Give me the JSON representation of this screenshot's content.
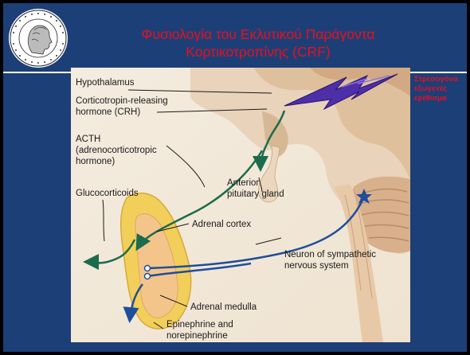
{
  "title": {
    "line1": "Φυσιολογία του Εκλυτικού   Παράγοντα",
    "line2": "Κορτικοτροπίνης (CRF)"
  },
  "stress_label": {
    "line1": "Στρεσογόνα",
    "line2": "εξωγενές",
    "line3": "ερέθισμα"
  },
  "diagram": {
    "hypothalamus": "Hypothalamus",
    "crh_1": "Corticotropin-releasing",
    "crh_2": "hormone (CRH)",
    "acth_1": "ACTH",
    "acth_2": "(adrenocorticotropic",
    "acth_3": "hormone)",
    "anterior_1": "Anterior",
    "anterior_2": "pituitary gland",
    "glucocorticoids": "Glucocorticoids",
    "adrenal_cortex": "Adrenal cortex",
    "neuron_1": "Neuron of sympathetic",
    "neuron_2": "nervous system",
    "adrenal_medulla": "Adrenal medulla",
    "epi_1": "Epinephrine and",
    "epi_2": "norepinephrine"
  },
  "colors": {
    "background": "#1d3f78",
    "title": "#e8101c",
    "hpa_arrow": "#1c6b4c",
    "sympathetic_arrow": "#1e4e9c",
    "cortex": "#f2cf5a",
    "medulla": "#f4c58b"
  },
  "icons": [
    "university-seal-icon",
    "lightning-bolt-icon",
    "neuron-star-icon"
  ]
}
